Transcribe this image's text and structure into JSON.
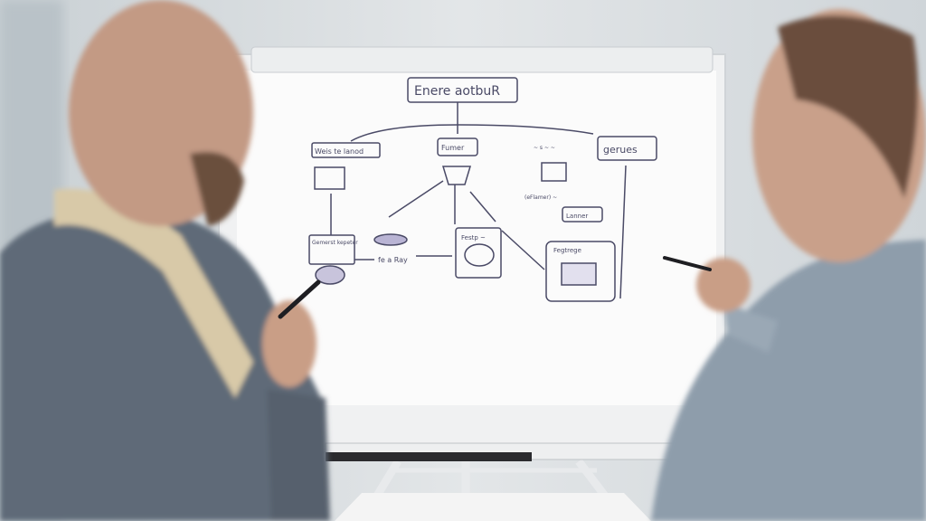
{
  "scene": {
    "description_colors": {
      "wall": "#d9dde0",
      "board": "#fafafa",
      "marker_ink": "#4a4a66",
      "left_sweater": "#5f6b78",
      "right_shirt": "#8e9dab",
      "scarf": "#d8c9a8",
      "skin": "#c99e86"
    }
  },
  "whiteboard": {
    "title": "Enere aotbuR",
    "labels": {
      "top_left": "Weis te lanod",
      "center_box": "Fumer",
      "right_box": "gerues",
      "right_notes_1": "~ s ~ ~",
      "right_notes_2": "(eFlamer) ~",
      "right_small_box": "Lanner",
      "bottom_left_box": "Gemerst kepeter",
      "middle_text": "fe a Ray",
      "center_bottom_box": "Festp ~",
      "bottom_right_box": "Fegtrege"
    }
  }
}
